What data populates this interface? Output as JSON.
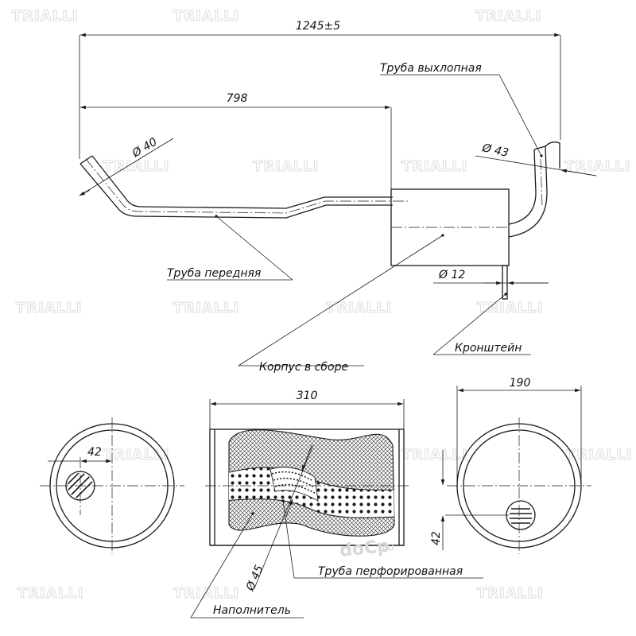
{
  "watermark": {
    "brand": "TRIALLI",
    "overlay_brand": "doCp",
    "overlay_suffix": ".ru"
  },
  "dimensions": {
    "overall_length": "1245±5",
    "front_length": "798",
    "inlet_diameter": "Ø 40",
    "outlet_diameter": "Ø 43",
    "bracket_diameter": "Ø 12",
    "body_length": "310",
    "body_height": "190",
    "offset_left": "42",
    "offset_right": "42",
    "perforated_diameter": "Ø 45"
  },
  "labels": {
    "exhaust_pipe": "Труба выхлопная",
    "front_pipe": "Труба передняя",
    "body_assembly": "Корпус в сборе",
    "bracket": "Кронштейн",
    "perforated_pipe": "Труба  перфорированная",
    "filler": "Наполнитель"
  },
  "colors": {
    "line": "#1a1a1a",
    "watermark": "#d9dce0"
  }
}
